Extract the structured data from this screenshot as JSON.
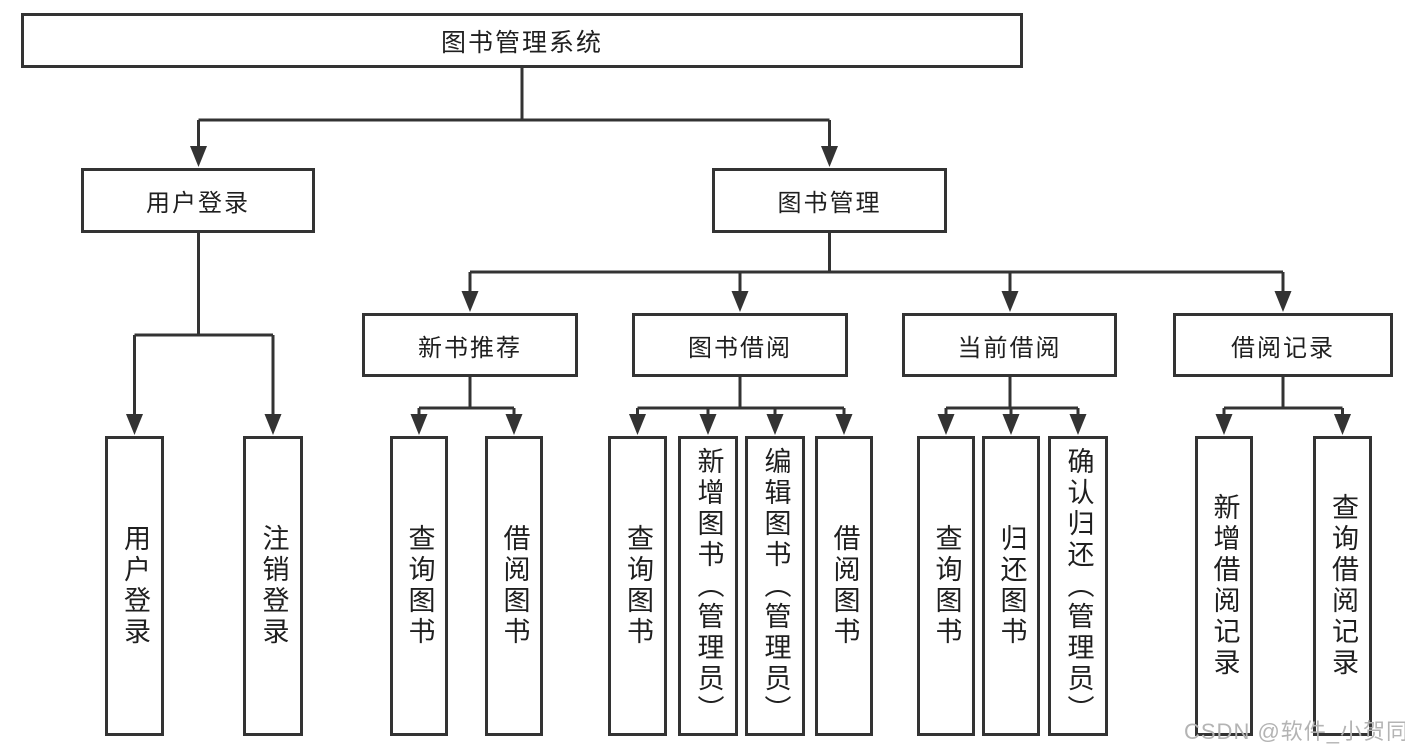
{
  "diagram": {
    "title": "图书管理系统",
    "root": {
      "label": "图书管理系统"
    },
    "branches": [
      {
        "label": "用户登录",
        "children": [
          {
            "label": "用户登录"
          },
          {
            "label": "注销登录"
          }
        ]
      },
      {
        "label": "图书管理",
        "children": [
          {
            "label": "新书推荐",
            "children": [
              {
                "label": "查询图书"
              },
              {
                "label": "借阅图书"
              }
            ]
          },
          {
            "label": "图书借阅",
            "children": [
              {
                "label": "查询图书"
              },
              {
                "label": "新增图书（管理员）"
              },
              {
                "label": "编辑图书（管理员）"
              },
              {
                "label": "借阅图书"
              }
            ]
          },
          {
            "label": "当前借阅",
            "children": [
              {
                "label": "查询图书"
              },
              {
                "label": "归还图书"
              },
              {
                "label": "确认归还（管理员）"
              }
            ]
          },
          {
            "label": "借阅记录",
            "children": [
              {
                "label": "新增借阅记录"
              },
              {
                "label": "查询借阅记录"
              }
            ]
          }
        ]
      }
    ]
  },
  "watermark": {
    "text": "CSDN @软件_小贺同学"
  },
  "colors": {
    "line": "#333333",
    "border": "#333333",
    "text": "#1f1f1f",
    "watermark": "#b4b4b4",
    "background": "#ffffff"
  }
}
